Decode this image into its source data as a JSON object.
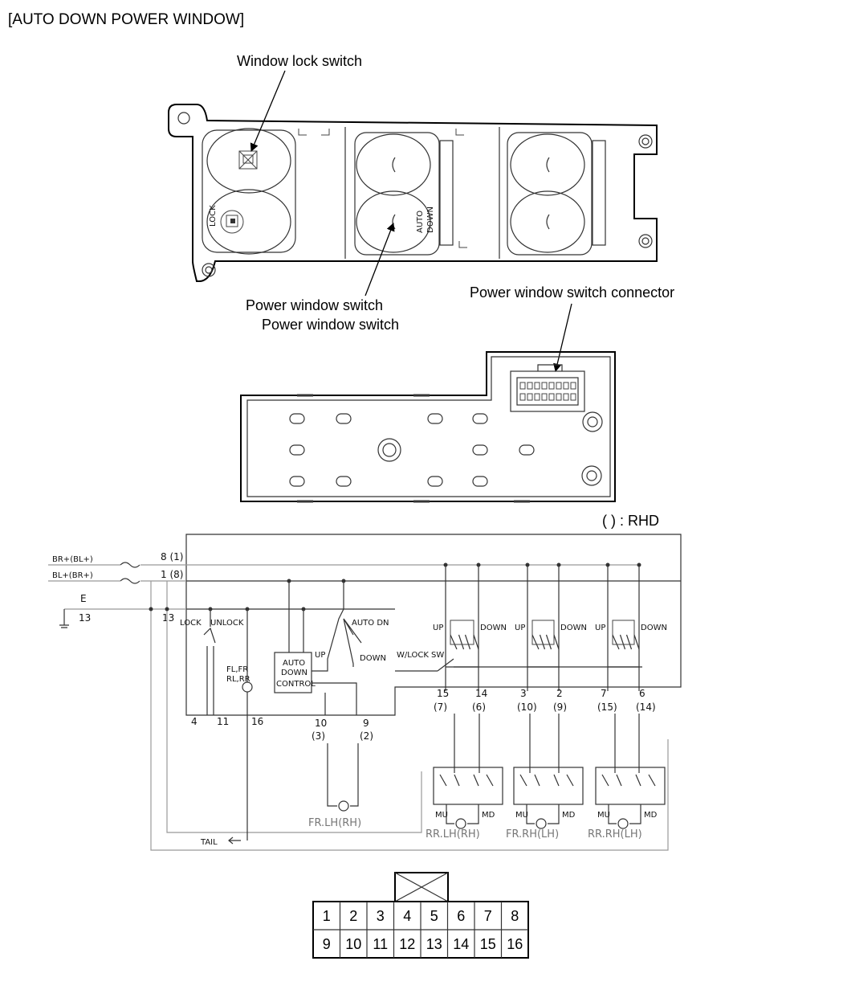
{
  "title": "[AUTO DOWN POWER WINDOW]",
  "labels": {
    "window_lock_switch": "Window lock switch",
    "power_window_switch_1": "Power window switch",
    "power_window_switch_2": "Power window switch",
    "connector": "Power window switch connector",
    "rhd_note": "(   ) : RHD"
  },
  "panel_text": {
    "auto": "AUTO",
    "down": "DOWN",
    "lock": "LOCK"
  },
  "schematic": {
    "inputs": [
      "BR+(BL+)",
      "BL+(BR+)",
      "E"
    ],
    "left_pins": [
      "8 (1)",
      "1 (8)",
      "13",
      "13"
    ],
    "lock": "LOCK",
    "unlock": "UNLOCK",
    "lamp": [
      "FL,FR",
      "RL,RR"
    ],
    "auto_control": [
      "AUTO",
      "DOWN",
      "CONTROL"
    ],
    "auto_dn": "AUTO DN",
    "up": "UP",
    "down": "DOWN",
    "wlock_sw": "W/LOCK SW",
    "bottom_pins": [
      "4",
      "11",
      "16",
      "10",
      "(3)",
      "9",
      "(2)"
    ],
    "right_pins": [
      {
        "main": "15",
        "rhd": "(7)"
      },
      {
        "main": "14",
        "rhd": "(6)"
      },
      {
        "main": "3",
        "rhd": "(10)"
      },
      {
        "main": "2",
        "rhd": "(9)"
      },
      {
        "main": "7",
        "rhd": "(15)"
      },
      {
        "main": "6",
        "rhd": "(14)"
      }
    ],
    "mu": "MU",
    "md": "MD",
    "motors": [
      "FR.LH(RH)",
      "RR.LH(RH)",
      "FR.RH(LH)",
      "RR.RH(LH)"
    ],
    "tail": "TAIL"
  },
  "connector_pins": {
    "row1": [
      "1",
      "2",
      "3",
      "4",
      "5",
      "6",
      "7",
      "8"
    ],
    "row2": [
      "9",
      "10",
      "11",
      "12",
      "13",
      "14",
      "15",
      "16"
    ]
  }
}
